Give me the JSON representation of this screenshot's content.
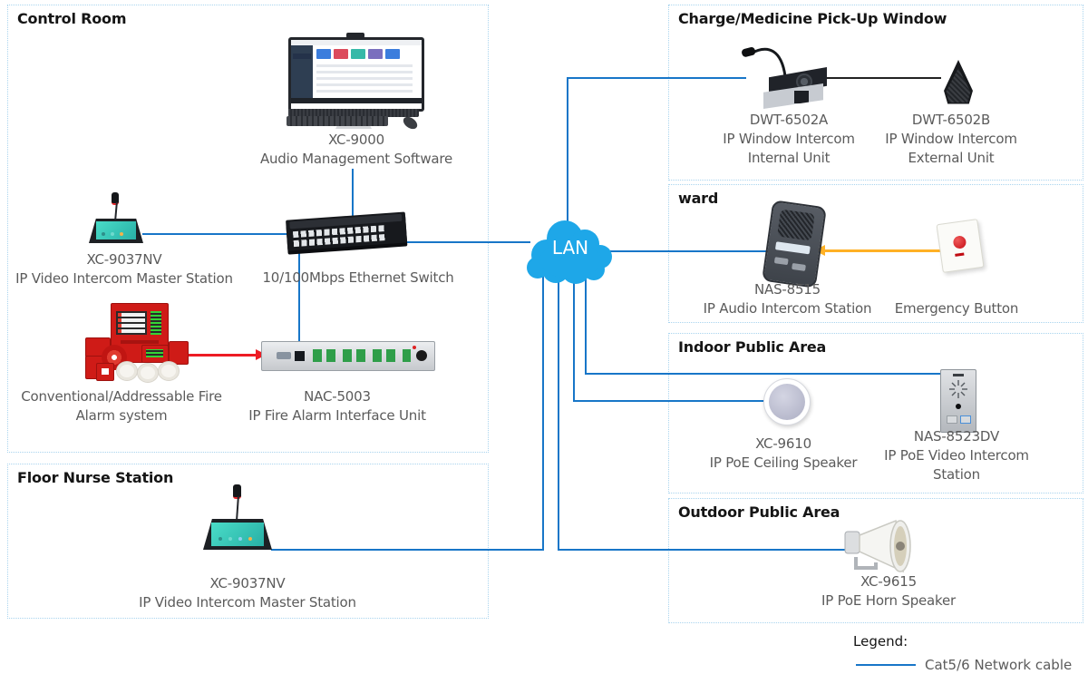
{
  "boxes": {
    "control_room": {
      "title": "Control Room"
    },
    "floor_nurse_station": {
      "title": "Floor Nurse Station"
    },
    "charge_window": {
      "title": "Charge/Medicine Pick-Up Window"
    },
    "ward": {
      "title": "ward"
    },
    "indoor_public_area": {
      "title": "Indoor Public Area"
    },
    "outdoor_public_area": {
      "title": "Outdoor Public Area"
    }
  },
  "network": {
    "lan_label": "LAN"
  },
  "devices": {
    "xc9000": {
      "model": "XC-9000",
      "desc": "Audio Management Software"
    },
    "xc9037nv_control_room": {
      "model": "XC-9037NV",
      "desc": "IP Video Intercom Master Station"
    },
    "ethernet_switch": {
      "desc": "10/100Mbps Ethernet Switch"
    },
    "fire_alarm_system": {
      "desc": "Conventional/Addressable Fire Alarm system"
    },
    "nac5003": {
      "model": "NAC-5003",
      "desc": "IP Fire Alarm Interface Unit"
    },
    "xc9037nv_floor_nurse": {
      "model": "XC-9037NV",
      "desc": "IP Video Intercom Master Station"
    },
    "dwt6502a": {
      "model": "DWT-6502A",
      "desc": "IP Window Intercom Internal Unit"
    },
    "dwt6502b": {
      "model": "DWT-6502B",
      "desc": "IP Window Intercom External Unit"
    },
    "nas8515": {
      "model": "NAS-8515",
      "desc": "IP Audio Intercom Station"
    },
    "emergency_button": {
      "desc": "Emergency Button"
    },
    "xc9610": {
      "model": "XC-9610",
      "desc": "IP PoE Ceiling Speaker"
    },
    "nas8523dv": {
      "model": "NAS-8523DV",
      "desc": "IP PoE Video Intercom Station"
    },
    "xc9615": {
      "model": "XC-9615",
      "desc": "IP PoE Horn Speaker"
    }
  },
  "legend": {
    "title": "Legend:",
    "cable_label": "Cat5/6 Network cable"
  },
  "colors": {
    "network_cable": "#1876c8",
    "lan_cloud": "#1ea7e8",
    "fire_alarm_cable": "#ed1c24",
    "emergency_cable": "#ffb125",
    "direct_cable": "#222222"
  }
}
